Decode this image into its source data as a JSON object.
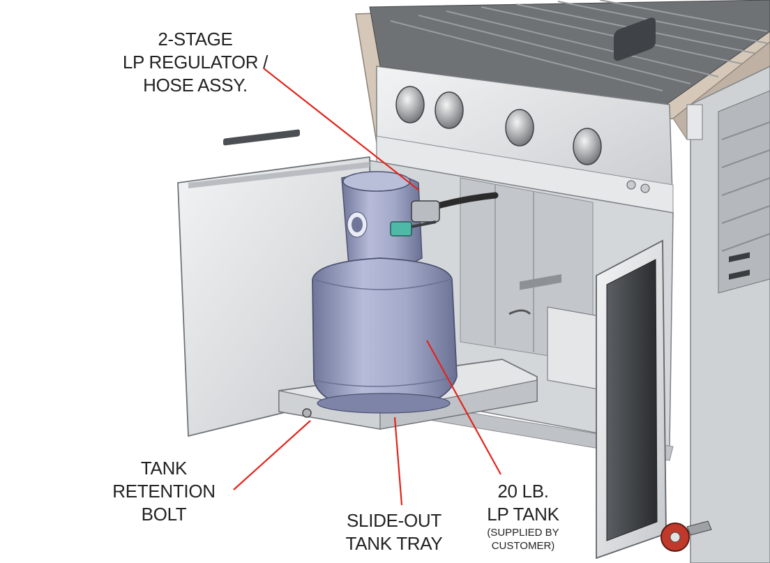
{
  "callouts": [
    {
      "id": "regulator",
      "lines": [
        "2-STAGE",
        "LP REGULATOR /",
        "HOSE ASSY."
      ],
      "note": []
    },
    {
      "id": "tank",
      "lines": [
        "20 LB.",
        "LP TANK"
      ],
      "note": [
        "(SUPPLIED BY",
        "CUSTOMER)"
      ]
    },
    {
      "id": "tray",
      "lines": [
        "SLIDE-OUT",
        "TANK TRAY"
      ],
      "note": []
    },
    {
      "id": "bolt",
      "lines": [
        "TANK",
        "RETENTION",
        "BOLT"
      ],
      "note": []
    }
  ],
  "colors": {
    "leader": "#e2231a",
    "steel": "#d9dcde",
    "steel_dark": "#8e9296",
    "hood": "#d6c8b8",
    "tank": "#a3a9c9",
    "tank_shade": "#7d84a8",
    "valve": "#4fb9a8",
    "hose": "#2b2b2b",
    "caster": "#c0392b"
  }
}
